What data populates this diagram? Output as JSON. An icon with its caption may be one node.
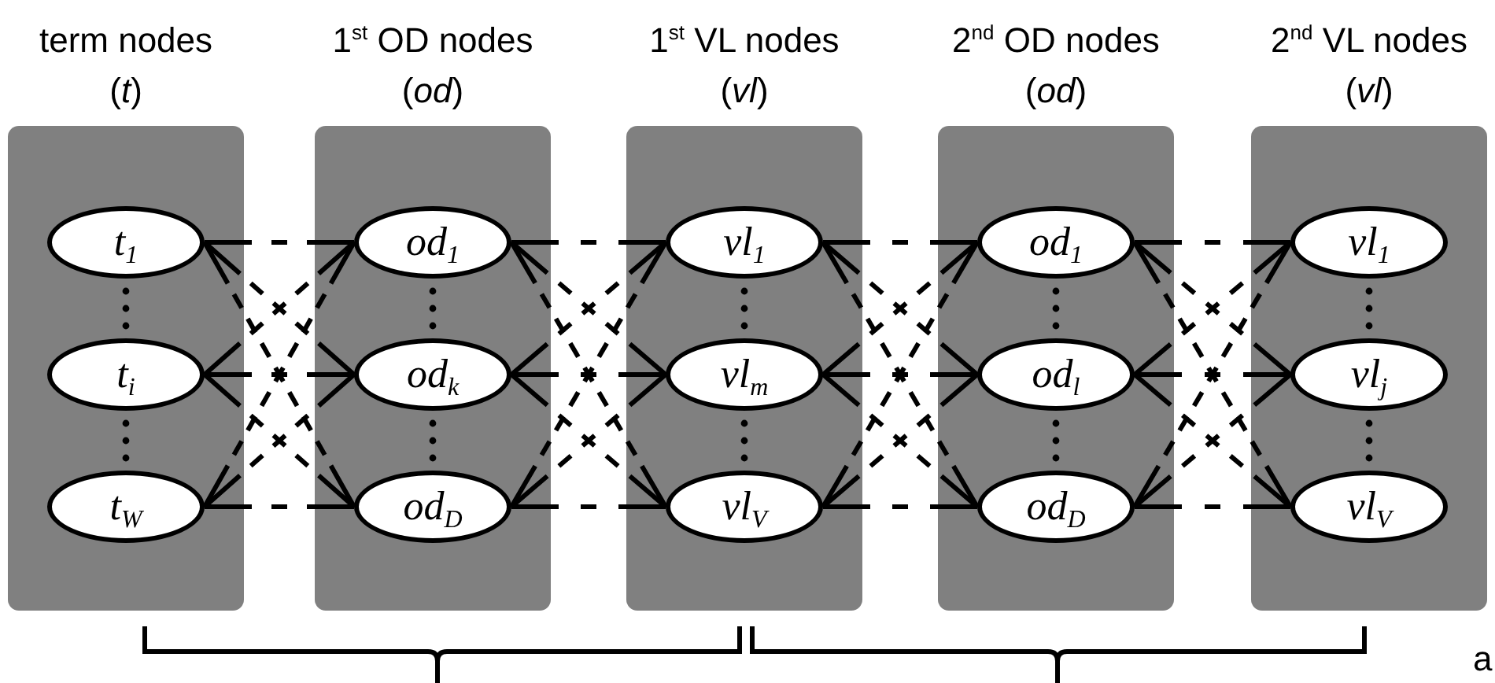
{
  "diagram": {
    "nodes": [
      {
        "text": [
          "term nodes",
          "(*t*)"
        ]
      },
      {
        "text": [
          "t$_{1}$"
        ],
        "in": 0
      },
      {
        "text": [
          "t$_{i}$"
        ],
        "in": 0
      },
      {
        "text": [
          "t$_{W}$"
        ],
        "in": 0
      },
      {
        "text": [
          "1$^{st}$ OD nodes",
          "(*od*)"
        ]
      },
      {
        "text": [
          "od$_{1}$"
        ],
        "in": 4
      },
      {
        "text": [
          "od$_{k}$"
        ],
        "in": 4
      },
      {
        "text": [
          "od$_{D}$"
        ],
        "in": 4
      },
      {
        "text": [
          "1$^{st}$ VL nodes",
          "(*vl*)"
        ]
      },
      {
        "text": [
          "vl$_{1}$"
        ],
        "in": 8
      },
      {
        "text": [
          "vl$_{m}$"
        ],
        "in": 8
      },
      {
        "text": [
          "vl$_{V}$"
        ],
        "in": 8
      },
      {
        "text": [
          "2$^{nd}$ OD nodes",
          "(*od*)"
        ]
      },
      {
        "text": [
          "od$_{1}$"
        ],
        "in": 12
      },
      {
        "text": [
          "od$_{l}$"
        ],
        "in": 12
      },
      {
        "text": [
          "od$_{D}$"
        ],
        "in": 12
      },
      {
        "text": [
          "2$^{nd}$ VL nodes",
          "(*vl*)"
        ]
      },
      {
        "text": [
          "vl$_{1}$"
        ],
        "in": 16
      },
      {
        "text": [
          "vl$_{j}$"
        ],
        "in": 16
      },
      {
        "text": [
          "vl$_{V}$"
        ],
        "in": 16
      }
    ],
    "edges": [
      {
        "from": 1,
        "to": 5,
        "arrow": "none",
        "style": "dashed"
      },
      {
        "from": 1,
        "to": 6,
        "arrow": "none",
        "style": "dashed"
      },
      {
        "from": 1,
        "to": 7,
        "arrow": "none",
        "style": "dashed"
      },
      {
        "from": 2,
        "to": 5,
        "arrow": "none",
        "style": "dashed"
      },
      {
        "from": 2,
        "to": 6,
        "arrow": "none",
        "style": "dashed"
      },
      {
        "from": 2,
        "to": 7,
        "arrow": "none",
        "style": "dashed"
      },
      {
        "from": 3,
        "to": 5,
        "arrow": "none",
        "style": "dashed"
      },
      {
        "from": 3,
        "to": 6,
        "arrow": "none",
        "style": "dashed"
      },
      {
        "from": 3,
        "to": 7,
        "arrow": "none",
        "style": "dashed"
      },
      {
        "from": 5,
        "to": 9,
        "arrow": "none",
        "style": "dashed"
      },
      {
        "from": 5,
        "to": 10,
        "arrow": "none",
        "style": "dashed"
      },
      {
        "from": 5,
        "to": 11,
        "arrow": "none",
        "style": "dashed"
      },
      {
        "from": 6,
        "to": 9,
        "arrow": "none",
        "style": "dashed"
      },
      {
        "from": 6,
        "to": 10,
        "arrow": "none",
        "style": "dashed"
      },
      {
        "from": 6,
        "to": 11,
        "arrow": "none",
        "style": "dashed"
      },
      {
        "from": 7,
        "to": 9,
        "arrow": "none",
        "style": "dashed"
      },
      {
        "from": 7,
        "to": 10,
        "arrow": "none",
        "style": "dashed"
      },
      {
        "from": 7,
        "to": 11,
        "arrow": "none",
        "style": "dashed"
      },
      {
        "from": 9,
        "to": 13,
        "arrow": "none",
        "style": "dashed"
      },
      {
        "from": 9,
        "to": 14,
        "arrow": "none",
        "style": "dashed"
      },
      {
        "from": 9,
        "to": 15,
        "arrow": "none",
        "style": "dashed"
      },
      {
        "from": 10,
        "to": 13,
        "arrow": "none",
        "style": "dashed"
      },
      {
        "from": 10,
        "to": 14,
        "arrow": "none",
        "style": "dashed"
      },
      {
        "from": 10,
        "to": 15,
        "arrow": "none",
        "style": "dashed"
      },
      {
        "from": 11,
        "to": 13,
        "arrow": "none",
        "style": "dashed"
      },
      {
        "from": 11,
        "to": 14,
        "arrow": "none",
        "style": "dashed"
      },
      {
        "from": 11,
        "to": 15,
        "arrow": "none",
        "style": "dashed"
      },
      {
        "from": 13,
        "to": 17,
        "arrow": "none",
        "style": "dashed"
      },
      {
        "from": 13,
        "to": 18,
        "arrow": "none",
        "style": "dashed"
      },
      {
        "from": 13,
        "to": 19,
        "arrow": "none",
        "style": "dashed"
      },
      {
        "from": 14,
        "to": 17,
        "arrow": "none",
        "style": "dashed"
      },
      {
        "from": 14,
        "to": 18,
        "arrow": "none",
        "style": "dashed"
      },
      {
        "from": 14,
        "to": 19,
        "arrow": "none",
        "style": "dashed"
      },
      {
        "from": 15,
        "to": 17,
        "arrow": "none",
        "style": "dashed"
      },
      {
        "from": 15,
        "to": 18,
        "arrow": "none",
        "style": "dashed"
      },
      {
        "from": 15,
        "to": 19,
        "arrow": "none",
        "style": "dashed"
      }
    ],
    "labels": [
      "a"
    ]
  }
}
